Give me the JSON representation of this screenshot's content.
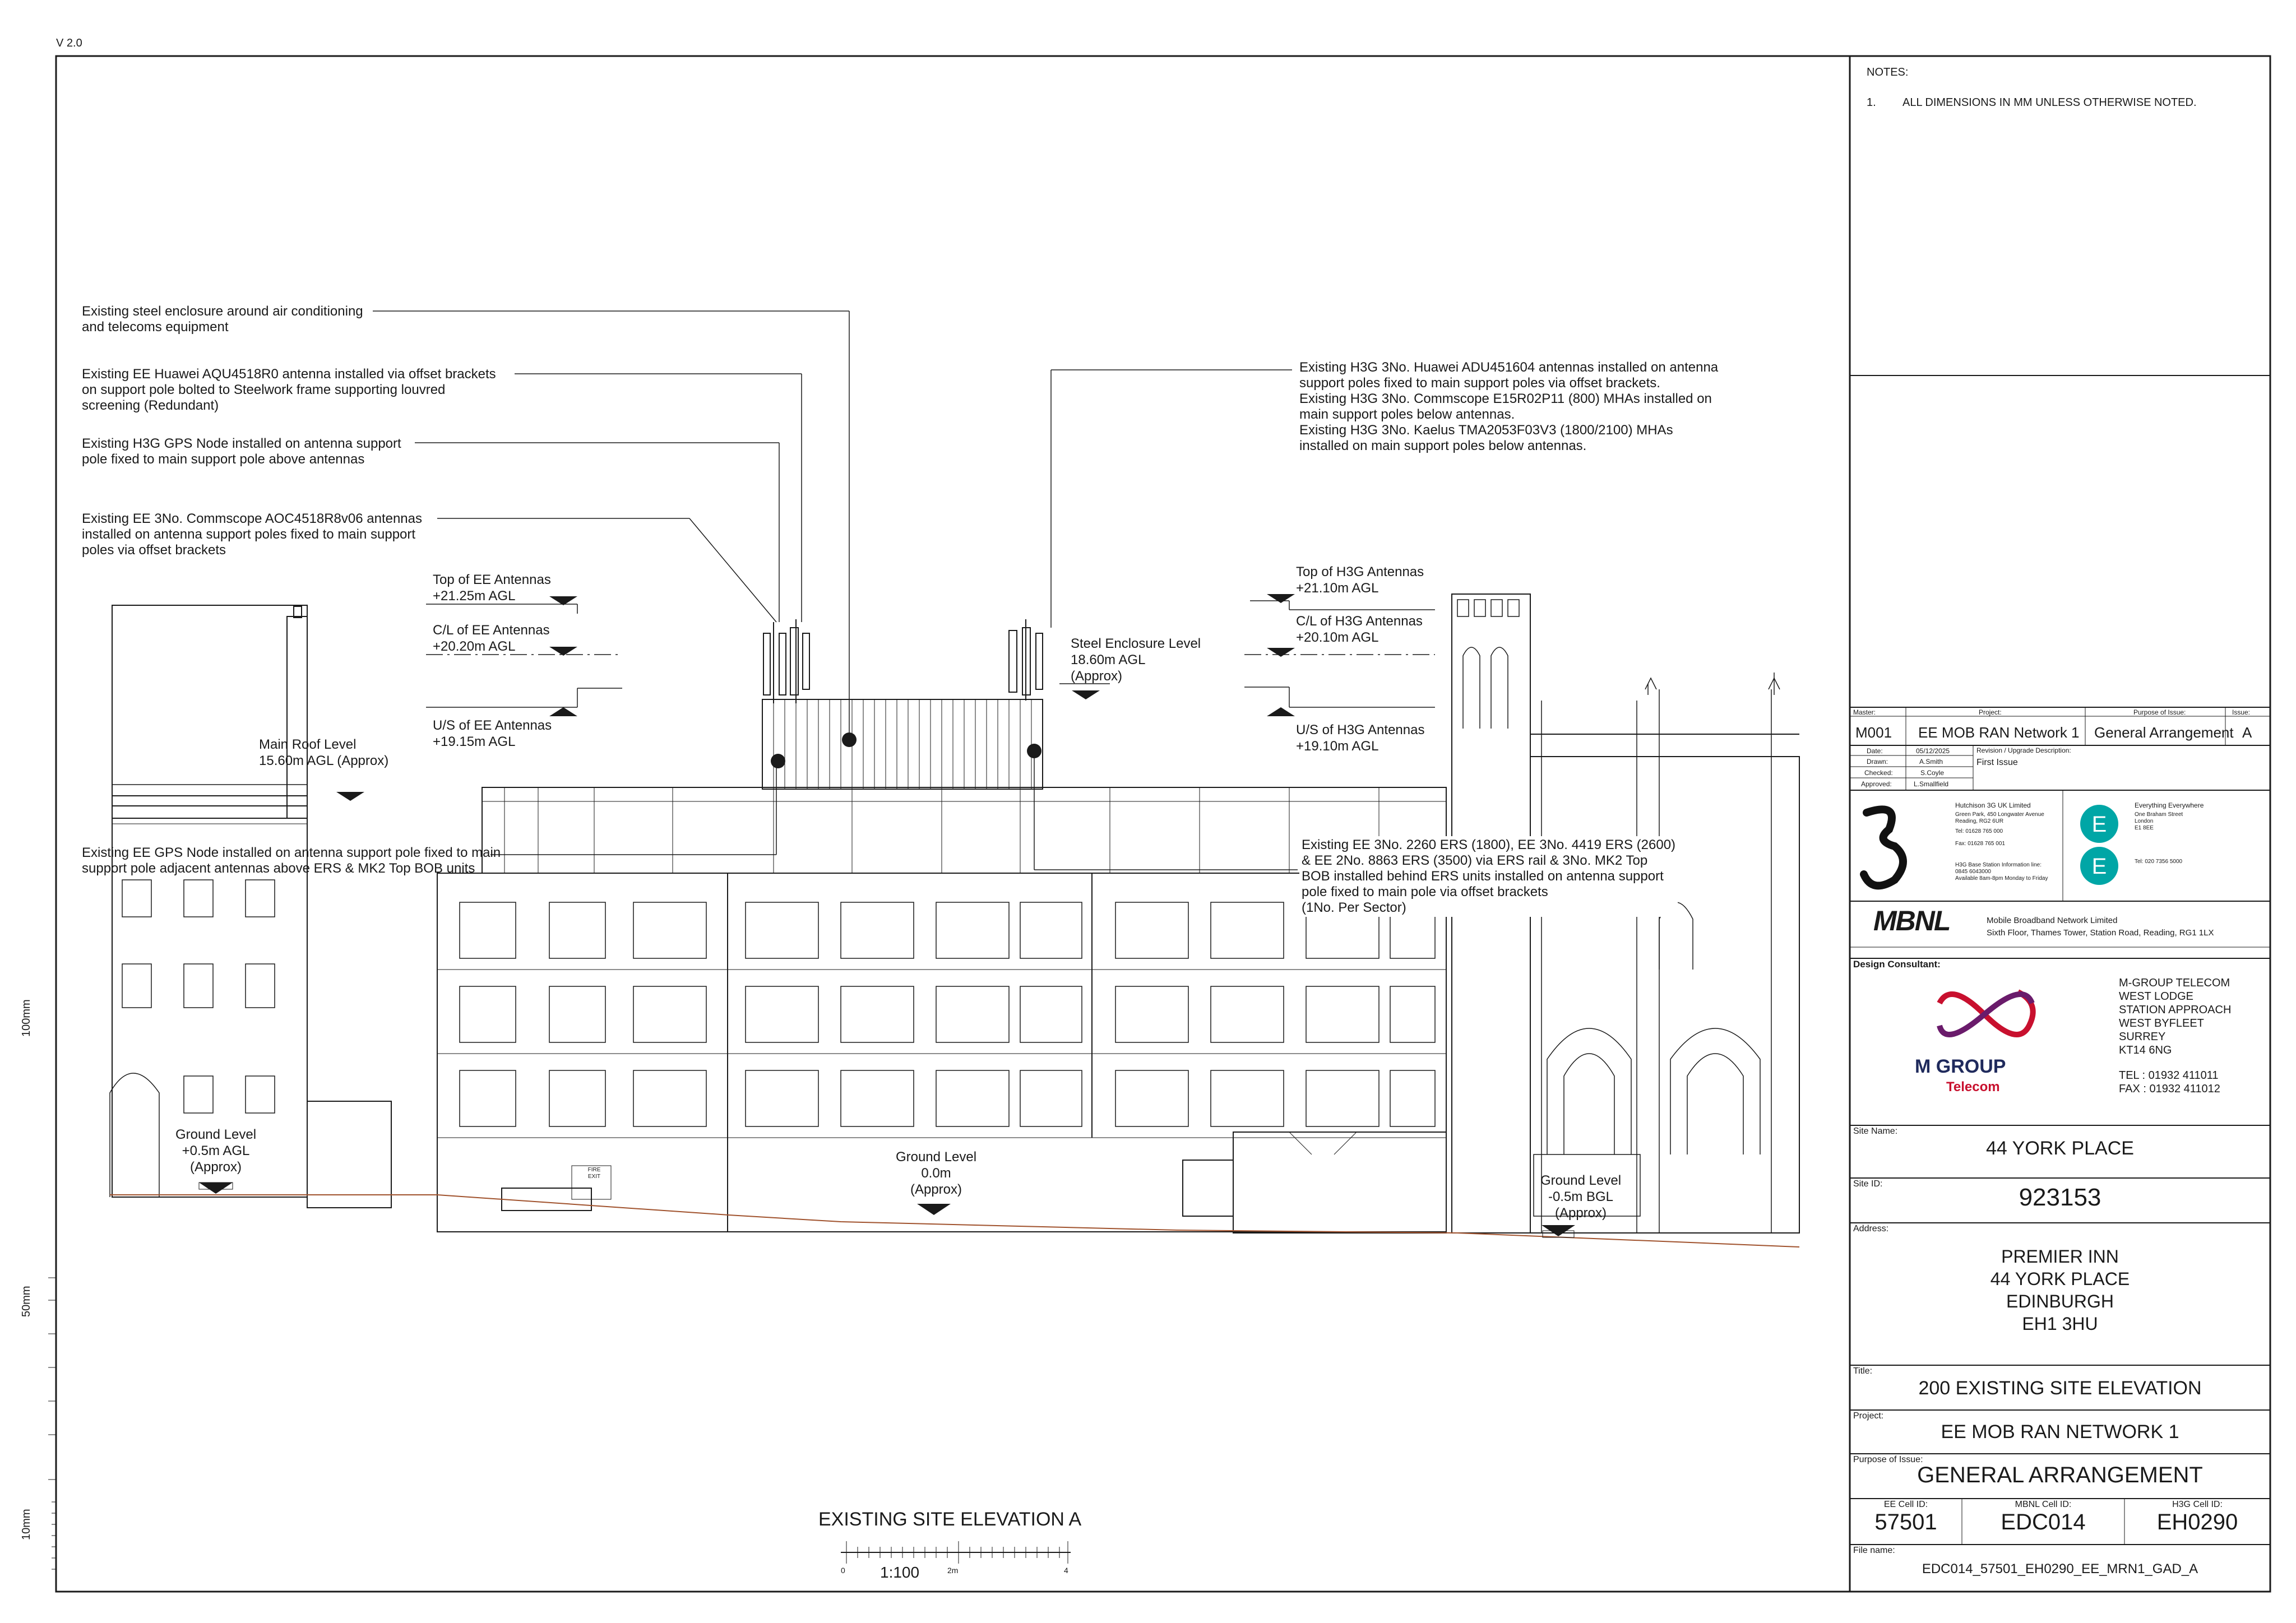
{
  "version": "V 2.0",
  "notes": {
    "title": "NOTES:",
    "items": [
      {
        "num": "1.",
        "text": "ALL DIMENSIONS IN MM UNLESS OTHERWISE NOTED."
      }
    ]
  },
  "callouts": {
    "steel_enclosure": "Existing steel enclosure around air conditioning\nand telecoms equipment",
    "ee_huawei": "Existing EE Huawei AQU4518R0 antenna installed via offset brackets\non support pole bolted to Steelwork frame supporting louvred\nscreening (Redundant)",
    "h3g_gps": "Existing H3G GPS Node installed on antenna support\npole fixed to main support pole above antennas",
    "ee_commscope": "Existing EE 3No. Commscope AOC4518R8v06 antennas\ninstalled on antenna support poles fixed to main support\npoles via offset brackets",
    "h3g_huawei": "Existing H3G 3No. Huawei ADU451604 antennas installed on antenna\nsupport poles fixed to main support poles via offset brackets.\nExisting H3G 3No. Commscope E15R02P11 (800) MHAs installed on\nmain support poles below antennas.\nExisting H3G 3No. Kaelus TMA2053F03V3 (1800/2100) MHAs\ninstalled on main support poles below antennas.",
    "ee_gps": "Existing EE GPS Node installed on antenna support pole fixed to main\nsupport pole adjacent antennas above ERS & MK2 Top BOB units",
    "ee_ers": "Existing EE 3No. 2260 ERS (1800), EE 3No. 4419 ERS (2600)\n& EE 2No. 8863 ERS (3500) via ERS rail & 3No. MK2 Top\nBOB installed behind ERS units installed on antenna support\npole fixed to main pole via offset brackets\n(1No. Per Sector)"
  },
  "levels": {
    "top_ee": "Top of EE Antennas\n+21.25m AGL",
    "cl_ee": "C/L of EE Antennas\n+20.20m AGL",
    "us_ee": "U/S of EE Antennas\n+19.15m AGL",
    "top_h3g": "Top of H3G Antennas\n+21.10m AGL",
    "cl_h3g": "C/L of H3G Antennas\n+20.10m AGL",
    "us_h3g": "U/S of H3G Antennas\n+19.10m AGL",
    "steel_enclosure": "Steel Enclosure Level\n18.60m AGL\n(Approx)",
    "main_roof": "Main Roof Level\n15.60m AGL (Approx)",
    "ground_left": "Ground Level\n+0.5m AGL\n(Approx)",
    "ground_mid": "Ground Level\n0.0m\n(Approx)",
    "ground_right": "Ground Level\n-0.5m BGL\n(Approx)"
  },
  "fire_exit": "FIRE\nEXIT",
  "drawing_title": "EXISTING SITE ELEVATION A",
  "scale": {
    "ratio": "1:100",
    "ticks": [
      "0",
      "2m",
      "4"
    ]
  },
  "side_scale": {
    "labels": [
      "100mm",
      "50mm",
      "10mm"
    ]
  },
  "title_block": {
    "header_labels": {
      "master": "Master:",
      "project": "Project:",
      "purpose": "Purpose of Issue:",
      "issue": "Issue:"
    },
    "master": "M001",
    "project": "EE MOB RAN Network 1",
    "purpose": "General Arrangement",
    "issue": "A",
    "date_label": "Date:",
    "date": "05/12/2025",
    "drawn_label": "Drawn:",
    "drawn": "A.Smith",
    "checked_label": "Checked:",
    "checked": "S.Coyle",
    "approved_label": "Approved:",
    "approved": "L.Smallfield",
    "revision_label": "Revision / Upgrade Description:",
    "revision": "First Issue",
    "three": {
      "company": "Hutchison 3G UK Limited",
      "address": "Green Park, 450 Longwater Avenue\nReading, RG2 6UR",
      "tel": "Tel: 01628 765 000",
      "fax": "Fax: 01628 765 001",
      "info": "H3G Base Station Information line:\n0845 6043000\nAvailable 8am-8pm Monday to Friday"
    },
    "ee": {
      "company": "Everything Everywhere",
      "address": "One Braham Street\nLondon\nE1 8EE",
      "tel": "Tel: 020 7356 5000"
    },
    "mbnl": {
      "logo": "MBNL",
      "company": "Mobile Broadband Network Limited",
      "address": "Sixth Floor, Thames Tower,  Station Road, Reading, RG1 1LX"
    },
    "design_consultant_label": "Design Consultant:",
    "mgroup": {
      "logo_line1": "M GROUP",
      "logo_line2": "Telecom",
      "address": "M-GROUP TELECOM\nWEST LODGE\nSTATION APPROACH\nWEST BYFLEET\nSURREY\nKT14 6NG",
      "tel": "TEL : 01932 411011",
      "fax": "FAX : 01932 411012"
    },
    "site_name_label": "Site Name:",
    "site_name": "44 YORK PLACE",
    "site_id_label": "Site ID:",
    "site_id": "923153",
    "address_label": "Address:",
    "address": "PREMIER INN\n44 YORK PLACE\nEDINBURGH\nEH1 3HU",
    "title_label": "Title:",
    "title": "200 EXISTING SITE ELEVATION",
    "project_label": "Project:",
    "project_full": "EE MOB RAN NETWORK 1",
    "purpose_label": "Purpose of Issue:",
    "purpose_full": "GENERAL ARRANGEMENT",
    "ee_cell_label": "EE Cell ID:",
    "ee_cell": "57501",
    "mbnl_cell_label": "MBNL Cell ID:",
    "mbnl_cell": "EDC014",
    "h3g_cell_label": "H3G Cell ID:",
    "h3g_cell": "EH0290",
    "file_label": "File name:",
    "file_name": "EDC014_57501_EH0290_EE_MRN1_GAD_A"
  },
  "colors": {
    "line": "#1a1a1a",
    "ground": "#a0522d",
    "ee_teal": "#00a6a6",
    "mgroup_red": "#c8102e",
    "mgroup_navy": "#1f2a5c"
  }
}
